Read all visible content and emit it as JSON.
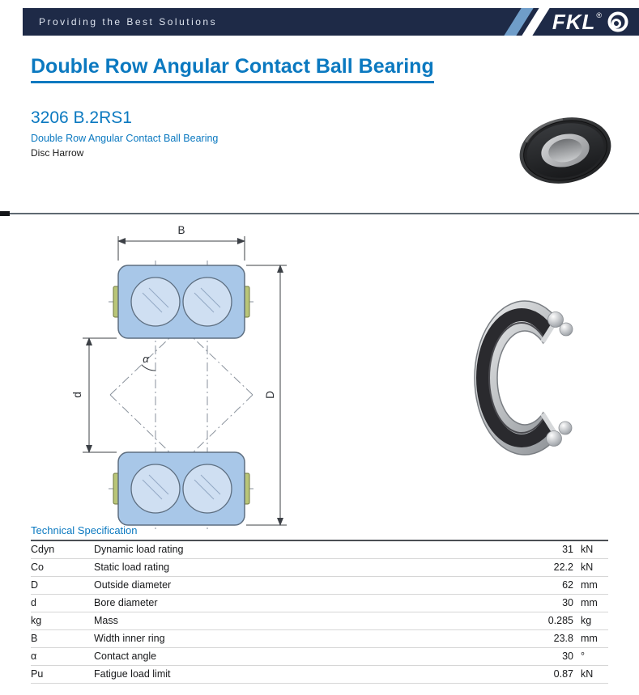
{
  "header": {
    "slogan": "Providing the Best Solutions",
    "brand": "FKL",
    "registered": "®"
  },
  "page": {
    "title": "Double Row Angular Contact Ball Bearing"
  },
  "product": {
    "code": "3206 B.2RS1",
    "type": "Double Row Angular Contact Ball Bearing",
    "application": "Disc Harrow"
  },
  "drawing": {
    "dim_width": "B",
    "dim_outside_diameter": "D",
    "dim_bore_diameter": "d",
    "contact_angle": "α"
  },
  "specs": {
    "section_title": "Technical Specification",
    "rows": [
      {
        "symbol": "Cdyn",
        "description": "Dynamic load rating",
        "value": "31",
        "unit": "kN"
      },
      {
        "symbol": "Co",
        "description": "Static load rating",
        "value": "22.2",
        "unit": "kN"
      },
      {
        "symbol": "D",
        "description": "Outside diameter",
        "value": "62",
        "unit": "mm"
      },
      {
        "symbol": "d",
        "description": "Bore diameter",
        "value": "30",
        "unit": "mm"
      },
      {
        "symbol": "kg",
        "description": "Mass",
        "value": "0.285",
        "unit": "kg"
      },
      {
        "symbol": "B",
        "description": "Width inner ring",
        "value": "23.8",
        "unit": "mm"
      },
      {
        "symbol": "α",
        "description": "Contact angle",
        "value": "30",
        "unit": "°"
      },
      {
        "symbol": "Pu",
        "description": "Fatigue load limit",
        "value": "0.87",
        "unit": "kN"
      }
    ]
  },
  "colors": {
    "accent_blue": "#0b79c0",
    "header_navy": "#1e2a47",
    "drawing_blue": "#a8c7e8",
    "seal_green": "#b9c578"
  }
}
